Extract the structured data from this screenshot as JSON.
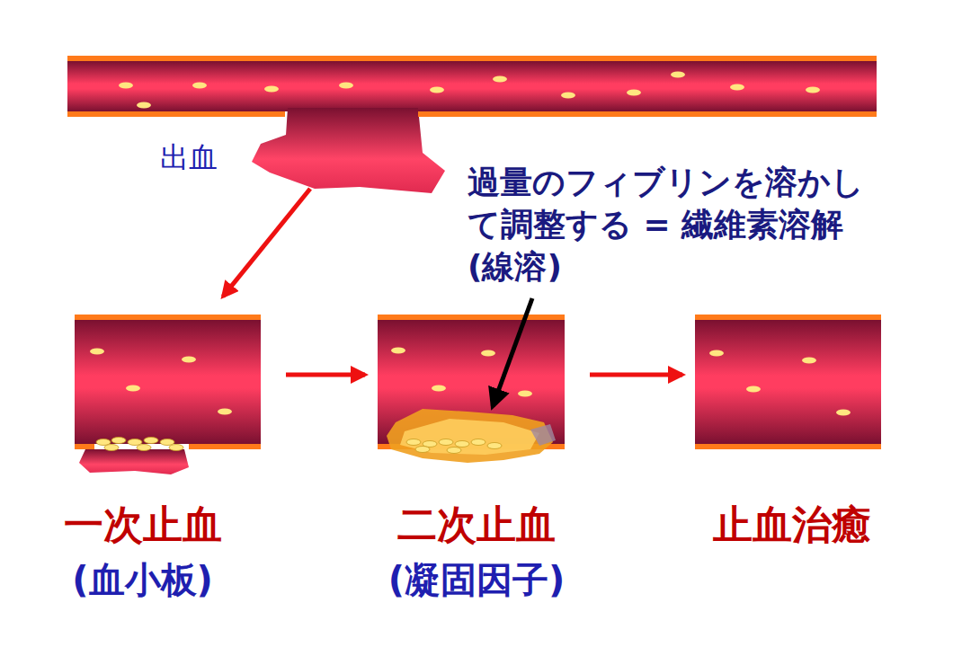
{
  "diagram": {
    "nodes": [
      {
        "text": [
          "出血"
        ]
      },
      {
        "text": [
          "一次止血",
          "(血小板)"
        ]
      },
      {
        "text": [
          "二次止血",
          "(凝固因子)"
        ]
      },
      {
        "text": [
          "止血治癒"
        ]
      }
    ],
    "edges": [
      {
        "from": 0,
        "to": 1,
        "arrow": "to"
      },
      {
        "from": 1,
        "to": 2,
        "arrow": "to"
      },
      {
        "from": 2,
        "to": 3,
        "arrow": "to"
      }
    ],
    "labels": [
      "過量のフィブリンを溶かし て調整する = 繊維素溶解 (線溶)"
    ]
  }
}
